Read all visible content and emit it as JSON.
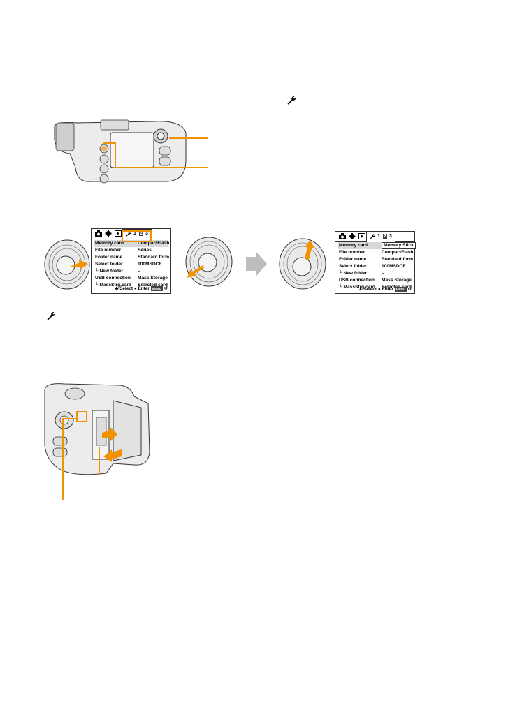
{
  "screen1": {
    "tab_numbers": [
      "1",
      "2",
      "3"
    ],
    "rows": [
      {
        "label": "Memory card",
        "value": "CompactFlash"
      },
      {
        "label": "File number",
        "value": "Series"
      },
      {
        "label": "Folder name",
        "value": "Standard form"
      },
      {
        "label": "Select folder",
        "value": "100MSDCF"
      },
      {
        "label": "└ New folder",
        "value": "–"
      },
      {
        "label": "USB connection",
        "value": "Mass Storage"
      },
      {
        "label": "└ MassStrg.card",
        "value": "Selected card"
      }
    ],
    "footer": {
      "select": "◆ Select",
      "enter": "● Enter",
      "menu": "MENU",
      "back": "↺"
    }
  },
  "screen2": {
    "tab_numbers": [
      "1",
      "2",
      "3"
    ],
    "rows": [
      {
        "label": "Memory card",
        "value": "Memory Stick"
      },
      {
        "label": "File number",
        "value": "CompactFlash"
      },
      {
        "label": "Folder name",
        "value": "Standard form"
      },
      {
        "label": "Select folder",
        "value": "100MSDCF"
      },
      {
        "label": "└ New folder",
        "value": "–"
      },
      {
        "label": "USB connection",
        "value": "Mass Storage"
      },
      {
        "label": "└ MassStrg.card",
        "value": "Selected card"
      }
    ],
    "footer": {
      "select": "⬍ Select",
      "enter": "● Enter",
      "menu": "MENU",
      "back": "↺"
    }
  },
  "colors": {
    "accent": "#f39200",
    "arrow_gray": "#bdbdbd"
  },
  "icons": [
    "wrench-icon",
    "camera-tab-icon",
    "gear-tab-icon",
    "playback-tab-icon"
  ]
}
